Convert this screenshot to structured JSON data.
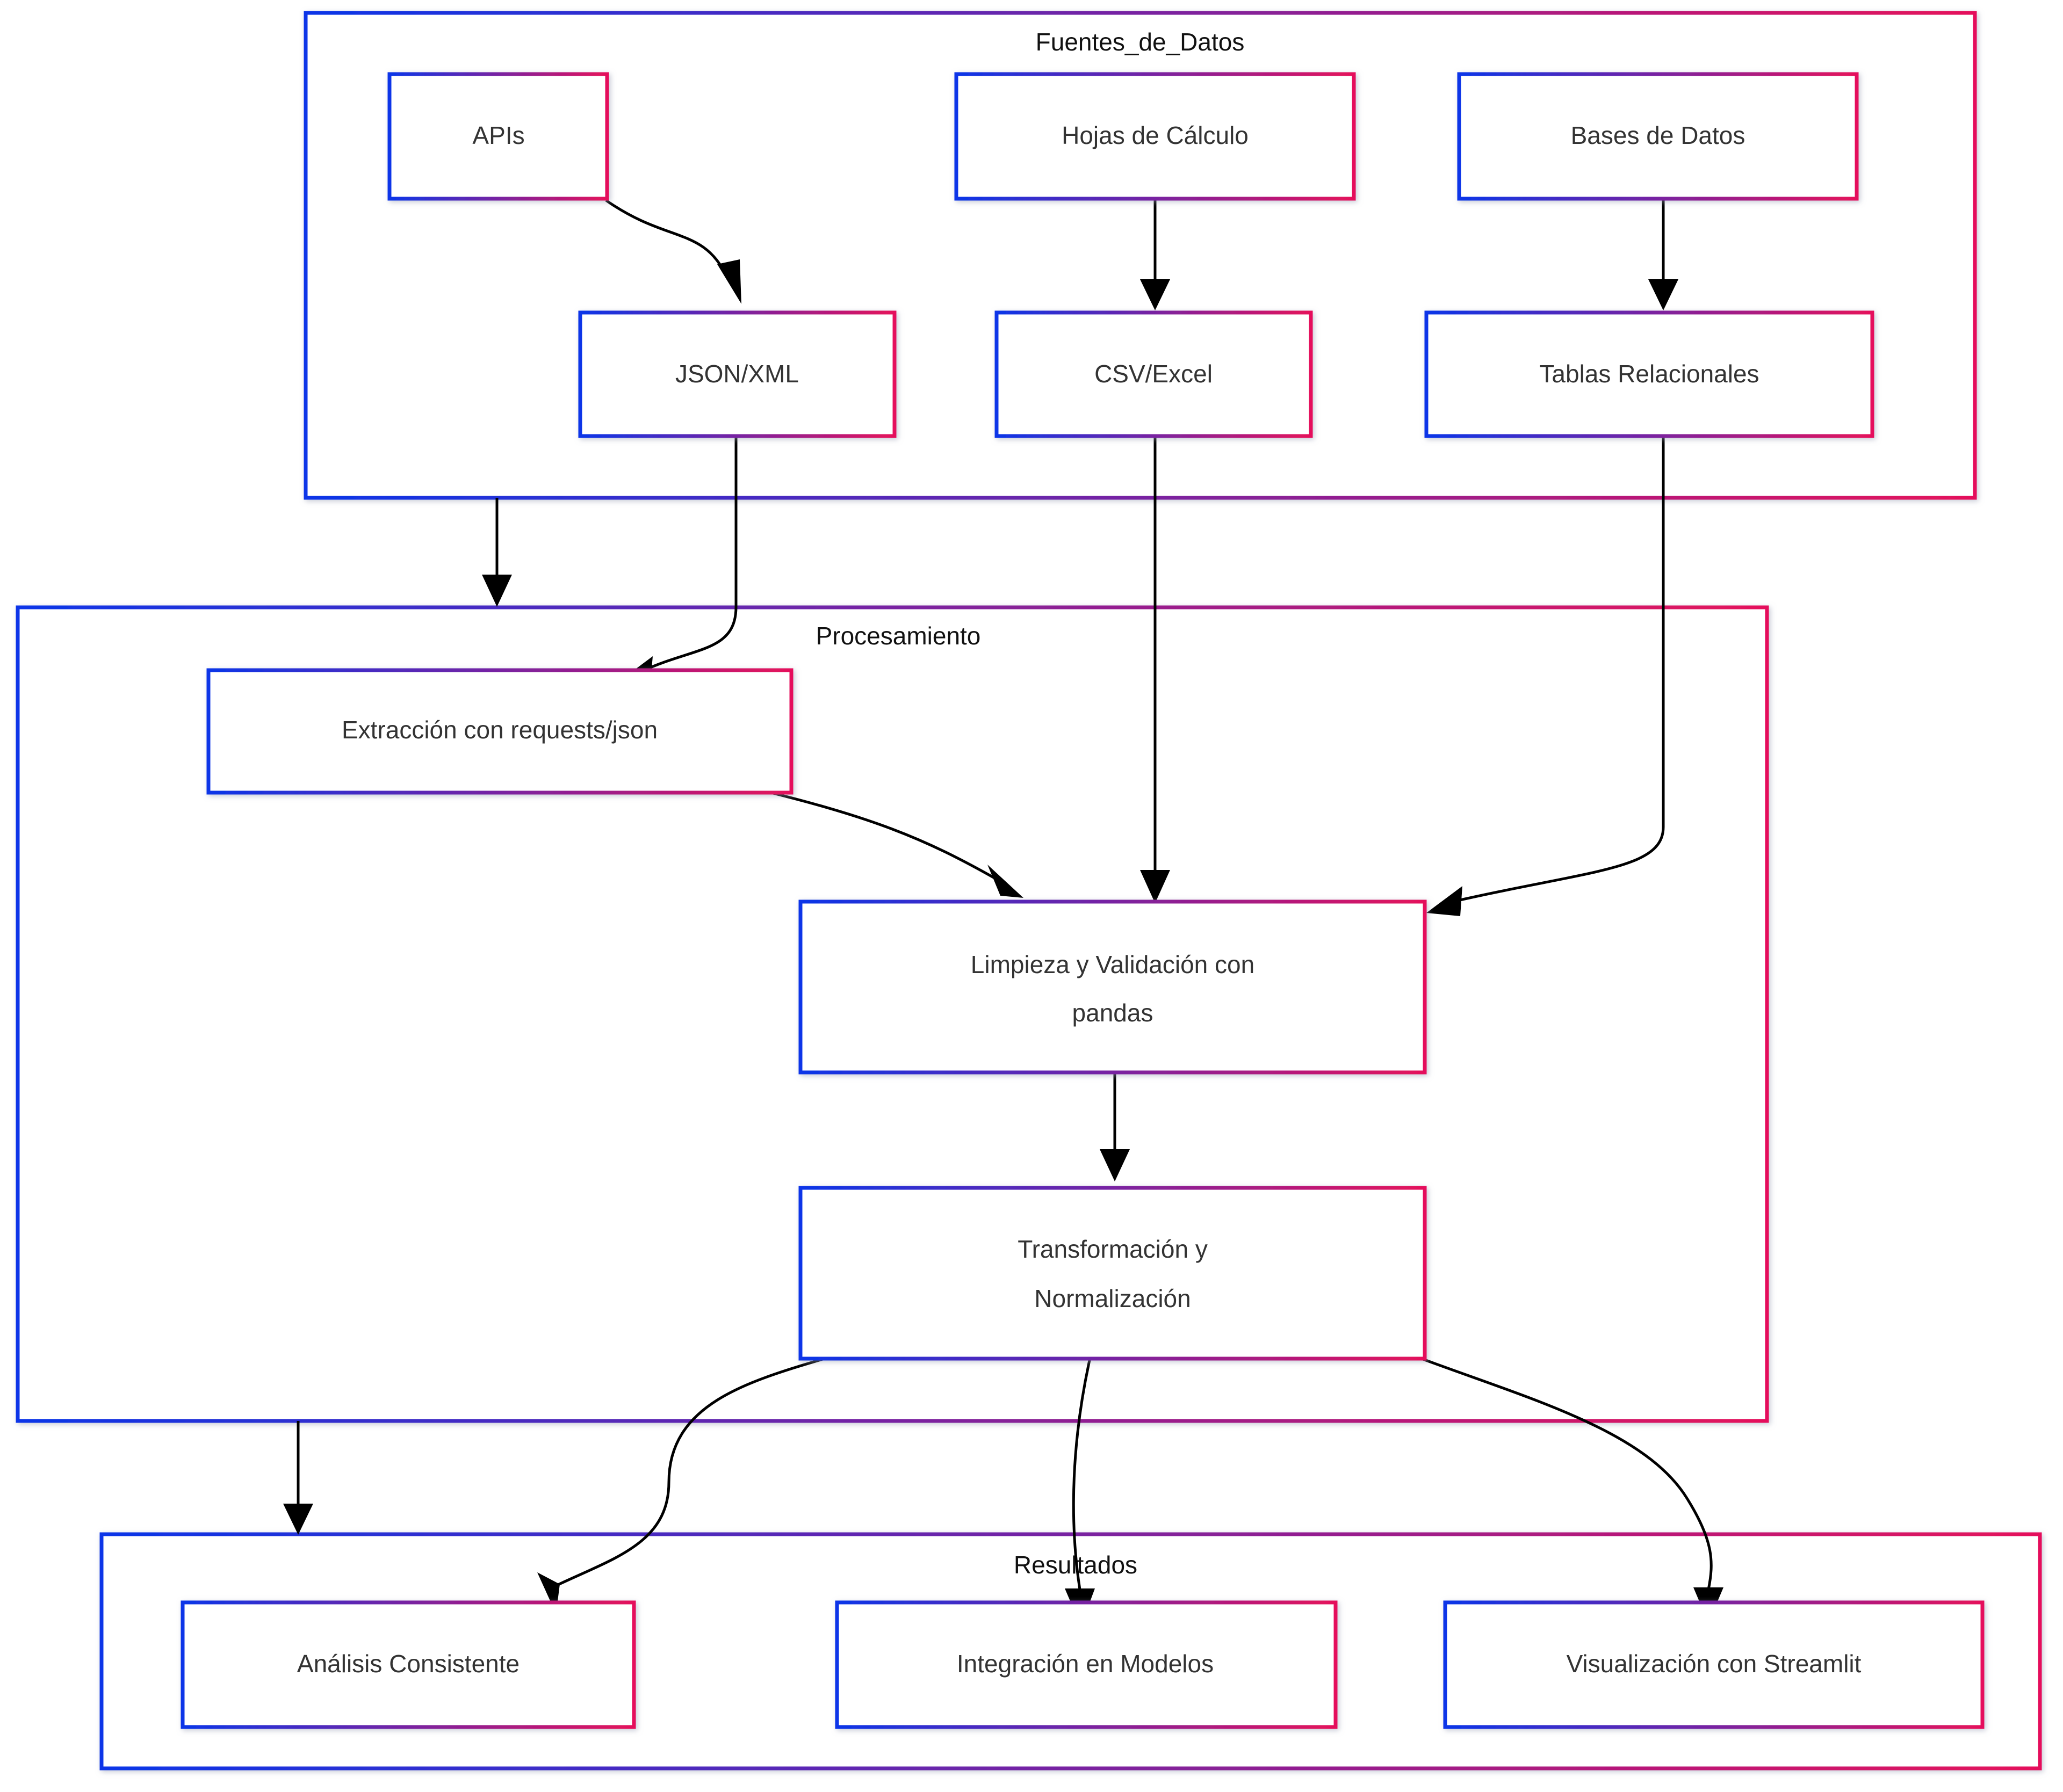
{
  "diagram": {
    "title_hidden": "",
    "background": "#ffffff",
    "palette": {
      "border_start": "#0b35e8",
      "border_end": "#e5115b",
      "edge": "#000000",
      "label_text": "#333333",
      "group_title_text": "#111111"
    },
    "groups": [
      {
        "id": "fuentes",
        "title": "Fuentes_de_Datos"
      },
      {
        "id": "procesamiento",
        "title": "Procesamiento"
      },
      {
        "id": "resultados",
        "title": "Resultados"
      }
    ],
    "nodes": [
      {
        "id": "apis",
        "label": "APIs",
        "group": "fuentes"
      },
      {
        "id": "hojas",
        "label": "Hojas de Cálculo",
        "group": "fuentes"
      },
      {
        "id": "bases",
        "label": "Bases de Datos",
        "group": "fuentes"
      },
      {
        "id": "jsonxml",
        "label": "JSON/XML",
        "group": "fuentes"
      },
      {
        "id": "csvexcel",
        "label": "CSV/Excel",
        "group": "fuentes"
      },
      {
        "id": "tablas",
        "label": "Tablas Relacionales",
        "group": "fuentes"
      },
      {
        "id": "extraccion",
        "label": "Extracción con requests/json",
        "group": "procesamiento"
      },
      {
        "id": "limpieza_l1",
        "label": "Limpieza y Validación con",
        "group": "procesamiento"
      },
      {
        "id": "limpieza_l2",
        "label": "pandas",
        "group": "procesamiento"
      },
      {
        "id": "transf_l1",
        "label": "Transformación y",
        "group": "procesamiento"
      },
      {
        "id": "transf_l2",
        "label": "Normalización",
        "group": "procesamiento"
      },
      {
        "id": "analisis",
        "label": "Análisis Consistente",
        "group": "resultados"
      },
      {
        "id": "integracion",
        "label": "Integración en Modelos",
        "group": "resultados"
      },
      {
        "id": "visual",
        "label": "Visualización con Streamlit",
        "group": "resultados"
      }
    ],
    "edges": [
      {
        "from": "apis",
        "to": "jsonxml"
      },
      {
        "from": "hojas",
        "to": "csvexcel"
      },
      {
        "from": "bases",
        "to": "tablas"
      },
      {
        "from": "jsonxml",
        "to": "extraccion"
      },
      {
        "from": "csvexcel",
        "to": "limpieza"
      },
      {
        "from": "tablas",
        "to": "limpieza"
      },
      {
        "from": "extraccion",
        "to": "limpieza"
      },
      {
        "from": "limpieza",
        "to": "transformacion"
      },
      {
        "from": "transformacion",
        "to": "analisis"
      },
      {
        "from": "transformacion",
        "to": "integracion"
      },
      {
        "from": "transformacion",
        "to": "visual"
      }
    ]
  }
}
